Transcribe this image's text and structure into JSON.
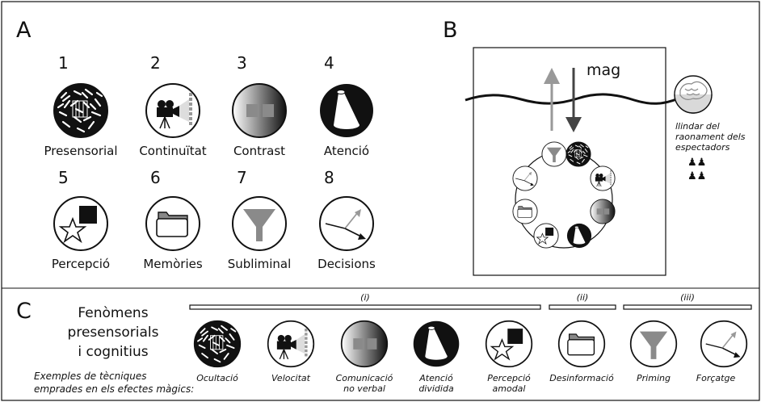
{
  "panel_a": {
    "letter": "A",
    "items": [
      {
        "num": "1",
        "label": "Presensorial"
      },
      {
        "num": "2",
        "label": "Continuïtat"
      },
      {
        "num": "3",
        "label": "Contrast"
      },
      {
        "num": "4",
        "label": "Atenció"
      },
      {
        "num": "5",
        "label": "Percepció"
      },
      {
        "num": "6",
        "label": "Memòries"
      },
      {
        "num": "7",
        "label": "Subliminal"
      },
      {
        "num": "8",
        "label": "Decisions"
      }
    ]
  },
  "panel_b": {
    "letter": "B",
    "mag_label": "mag",
    "threshold_lines": [
      "llindar del",
      "raonament dels",
      "espectadors"
    ],
    "people_row1": "♟♟",
    "people_row2": "♟♟"
  },
  "panel_c": {
    "letter": "C",
    "heading_lines": [
      "Fenòmens",
      "presensorials",
      "i cognitius"
    ],
    "examples_lines": [
      "Exemples de tècniques",
      "emprades en els efectes màgics:"
    ],
    "groups": [
      "(i)",
      "(ii)",
      "(iii)"
    ],
    "techniques": [
      {
        "line1": "Ocultació",
        "line2": ""
      },
      {
        "line1": "Velocitat",
        "line2": ""
      },
      {
        "line1": "Comunicació",
        "line2": "no verbal"
      },
      {
        "line1": "Atenció",
        "line2": "dividida"
      },
      {
        "line1": "Percepció",
        "line2": "amodal"
      },
      {
        "line1": "Desinformació",
        "line2": ""
      },
      {
        "line1": "Priming",
        "line2": ""
      },
      {
        "line1": "Forçatge",
        "line2": ""
      }
    ]
  },
  "colors": {
    "dark": "#111111",
    "mid_gray": "#8a8a8a",
    "light_gray": "#bdbdbd"
  }
}
